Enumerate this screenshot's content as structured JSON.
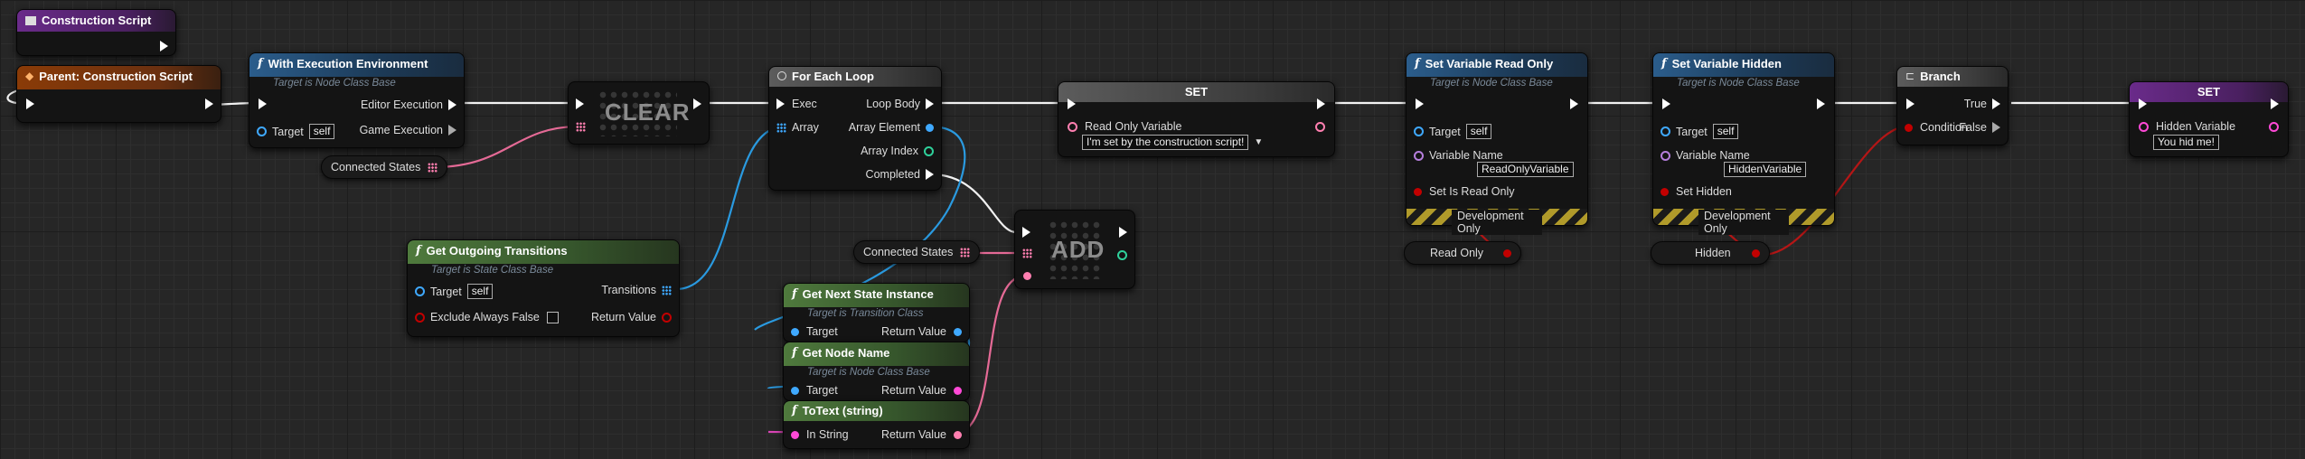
{
  "construction_event": {
    "title": "Construction Script"
  },
  "parent_construction": {
    "title": "Parent: Construction Script"
  },
  "with_exec_env": {
    "title": "With Execution Environment",
    "subtitle": "Target is Node Class Base",
    "pin_target": "Target",
    "target_value": "self",
    "pin_editor": "Editor Execution",
    "pin_game": "Game Execution"
  },
  "connected_states_1": {
    "label": "Connected States"
  },
  "clear": {
    "label": "CLEAR"
  },
  "for_each": {
    "title": "For Each Loop",
    "pin_exec": "Exec",
    "pin_array": "Array",
    "pin_loop_body": "Loop Body",
    "pin_element": "Array Element",
    "pin_index": "Array Index",
    "pin_completed": "Completed"
  },
  "get_outgoing": {
    "title": "Get Outgoing Transitions",
    "subtitle": "Target is State Class Base",
    "pin_target": "Target",
    "target_value": "self",
    "pin_exclude": "Exclude Always False",
    "pin_transitions": "Transitions",
    "pin_return": "Return Value"
  },
  "set_readonly": {
    "title": "SET",
    "pin_var": "Read Only Variable",
    "var_value": "I'm set by the construction script!"
  },
  "connected_states_2": {
    "label": "Connected States"
  },
  "add": {
    "label": "ADD"
  },
  "get_next_state": {
    "title": "Get Next State Instance",
    "subtitle": "Target is Transition Class",
    "pin_target": "Target",
    "pin_return": "Return Value"
  },
  "get_node_name": {
    "title": "Get Node Name",
    "subtitle": "Target is Node Class Base",
    "pin_target": "Target",
    "pin_return": "Return Value"
  },
  "to_text": {
    "title": "ToText (string)",
    "pin_in": "In String",
    "pin_return": "Return Value"
  },
  "set_var_readonly": {
    "title": "Set Variable Read Only",
    "subtitle": "Target is Node Class Base",
    "pin_target": "Target",
    "target_value": "self",
    "pin_varname": "Variable Name",
    "varname_value": "ReadOnlyVariable",
    "pin_flag": "Set Is Read Only",
    "dev_only": "Development Only"
  },
  "read_only_pill": {
    "label": "Read Only"
  },
  "set_var_hidden": {
    "title": "Set Variable Hidden",
    "subtitle": "Target is Node Class Base",
    "pin_target": "Target",
    "target_value": "self",
    "pin_varname": "Variable Name",
    "varname_value": "HiddenVariable",
    "pin_flag": "Set Hidden",
    "dev_only": "Development Only"
  },
  "hidden_pill": {
    "label": "Hidden"
  },
  "branch": {
    "title": "Branch",
    "pin_condition": "Condition",
    "pin_true": "True",
    "pin_false": "False"
  },
  "set_hidden": {
    "title": "SET",
    "pin_var": "Hidden Variable",
    "var_value": "You hid me!"
  },
  "colors": {
    "exec": "#ffffff",
    "object": "#3fa9ff",
    "string": "#ff49d7",
    "text": "#ff7fb0",
    "bool": "#c20000",
    "int": "#2fd19b"
  }
}
